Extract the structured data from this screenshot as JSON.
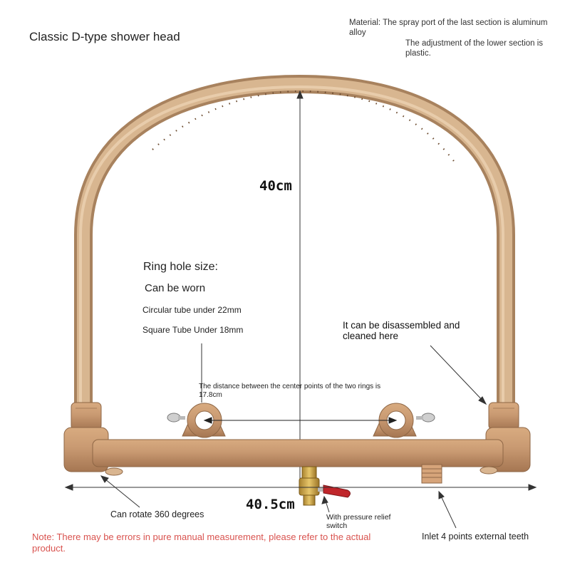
{
  "title": "Classic D-type shower head",
  "material": {
    "line1": "Material: The spray port of the last section is aluminum alloy",
    "line2": "The adjustment of the lower section is plastic."
  },
  "dimensions": {
    "height": "40cm",
    "width": "40.5cm",
    "ring_distance": "The distance between the center points of the two rings is 17.8cm"
  },
  "ring_hole": {
    "title": "Ring hole size:",
    "worn": "Can be worn",
    "circular": "Circular tube under 22mm",
    "square": "Square Tube Under 18mm"
  },
  "callouts": {
    "disassemble": "It can be disassembled and cleaned here",
    "rotate": "Can rotate 360 degrees",
    "relief": "With pressure relief switch",
    "inlet": "Inlet 4 points external teeth"
  },
  "note": "Note: There may be errors in pure manual measurement, please refer to the actual product.",
  "colors": {
    "arc": "#c9a47e",
    "plastic": "#c99a72",
    "note": "#d9534f",
    "valve_handle": "#c0262b",
    "brass": "#c9a24a"
  }
}
